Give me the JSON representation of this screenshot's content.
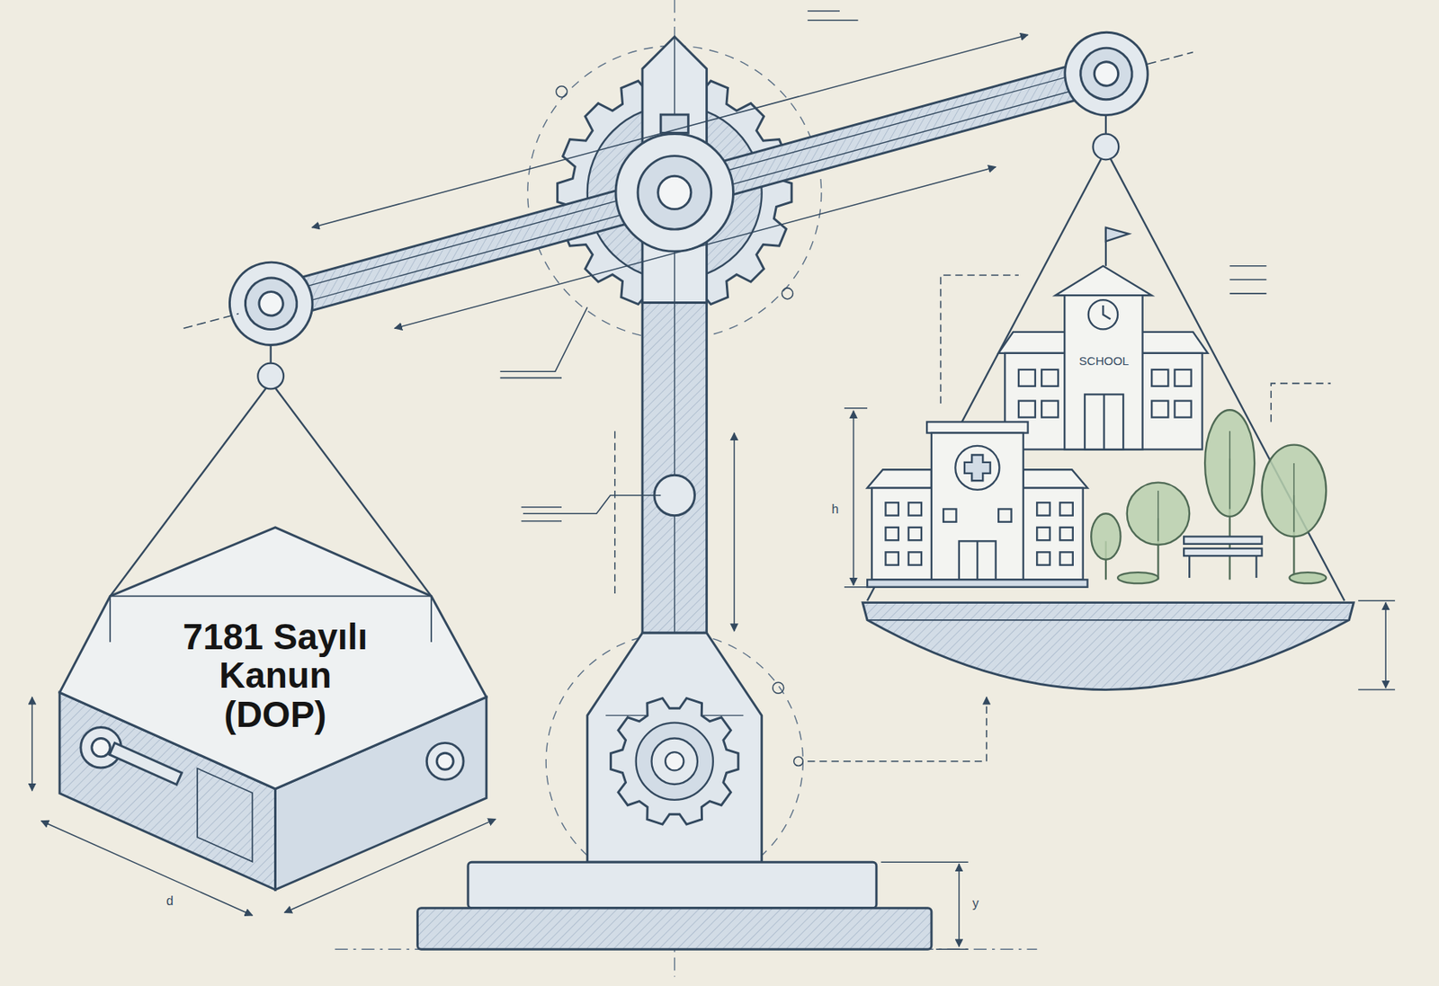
{
  "diagram": {
    "nodes": [
      {
        "text": [
          "7181 Sayılı Kanun (DOP)"
        ]
      }
    ],
    "labels": [
      "SCHOOL",
      "h",
      "y",
      "d"
    ]
  }
}
